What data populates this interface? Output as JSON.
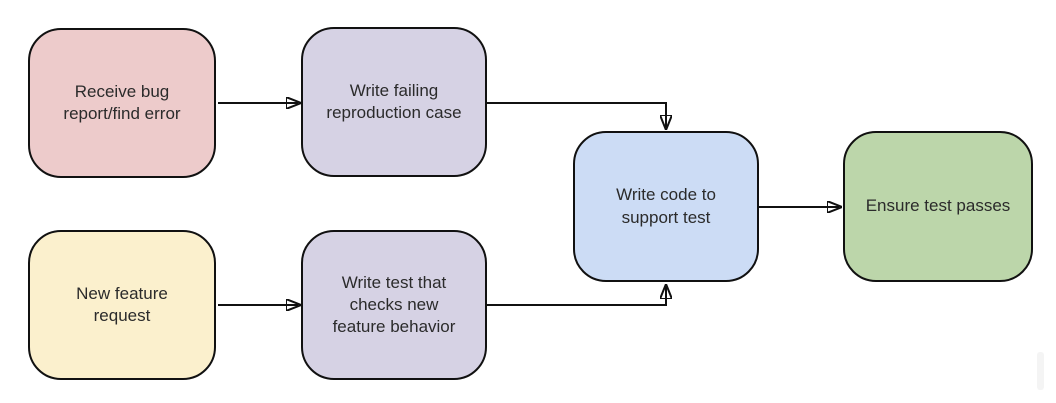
{
  "diagram": {
    "nodes": [
      {
        "id": "receive-bug",
        "label": "Receive bug\nreport/find error",
        "fill": "#edcbcb"
      },
      {
        "id": "write-failing-repro",
        "label": "Write failing\nreproduction case",
        "fill": "#d6d2e4"
      },
      {
        "id": "new-feature-request",
        "label": "New feature\nrequest",
        "fill": "#fbf0cd"
      },
      {
        "id": "write-test-checks",
        "label": "Write test that\nchecks new\nfeature behavior",
        "fill": "#d6d2e4"
      },
      {
        "id": "write-code",
        "label": "Write code to\nsupport test",
        "fill": "#ccdcf5"
      },
      {
        "id": "ensure-test-passes",
        "label": "Ensure test passes",
        "fill": "#bcd6aa"
      }
    ],
    "edges": [
      {
        "from": "receive-bug",
        "to": "write-failing-repro"
      },
      {
        "from": "new-feature-request",
        "to": "write-test-checks"
      },
      {
        "from": "write-failing-repro",
        "to": "write-code"
      },
      {
        "from": "write-test-checks",
        "to": "write-code"
      },
      {
        "from": "write-code",
        "to": "ensure-test-passes"
      }
    ],
    "colors": {
      "stroke": "#111111",
      "text": "#2b2b2b",
      "background": "#ffffff"
    }
  }
}
